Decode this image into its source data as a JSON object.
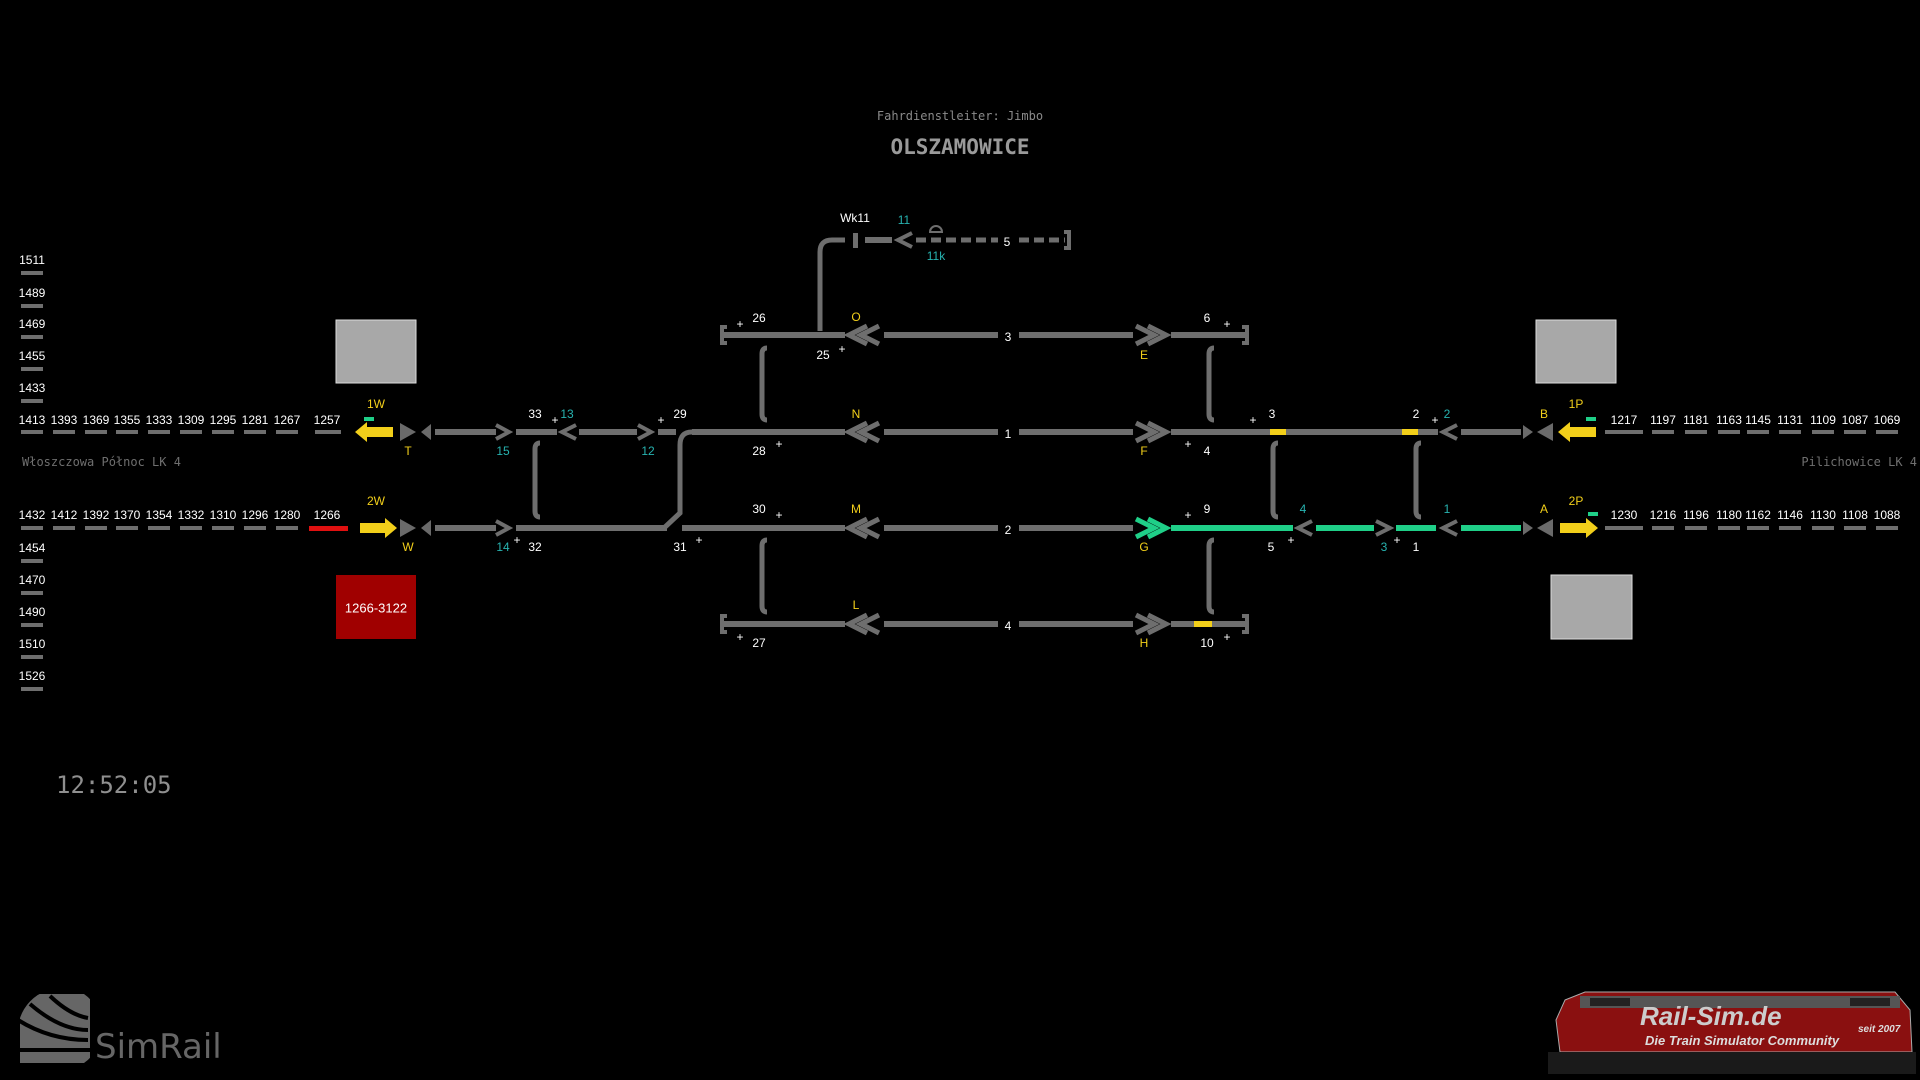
{
  "header": {
    "dispatcher": "Fahrdienstleiter: Jimbo",
    "station": "OLSZAMOWICE"
  },
  "clock": "12:52:05",
  "directions": {
    "left": "Włoszczowa Północ LK 4",
    "right": "Pilichowice LK 4"
  },
  "left_blocks": {
    "track1": [
      "1413",
      "1393",
      "1369",
      "1355",
      "1333",
      "1309",
      "1295",
      "1281",
      "1267",
      "1257"
    ],
    "track2": [
      "1432",
      "1412",
      "1392",
      "1370",
      "1354",
      "1332",
      "1310",
      "1296",
      "1280",
      "1266"
    ],
    "stack_up": [
      "1511",
      "1489",
      "1469",
      "1455",
      "1433"
    ],
    "stack_down": [
      "1454",
      "1470",
      "1490",
      "1510",
      "1526"
    ]
  },
  "right_blocks": {
    "track1": [
      "1217",
      "1197",
      "1181",
      "1163",
      "1145",
      "1131",
      "1109",
      "1087",
      "1069"
    ],
    "track2": [
      "1230",
      "1216",
      "1196",
      "1180",
      "1162",
      "1146",
      "1130",
      "1108",
      "1088"
    ]
  },
  "train_box": "1266-3122",
  "signals": {
    "1W": "1W",
    "2W": "2W",
    "T": "T",
    "W": "W",
    "O": "O",
    "N": "N",
    "M": "M",
    "L": "L",
    "E": "E",
    "F": "F",
    "G": "G",
    "H": "H",
    "B": "B",
    "A": "A",
    "1P": "1P",
    "2P": "2P",
    "Wk11": "Wk11"
  },
  "switch_labels": {
    "w33": "33",
    "w29": "29",
    "w32": "32",
    "w31": "31",
    "w26": "26",
    "w25": "25",
    "w28": "28",
    "w30": "30",
    "w27": "27",
    "w6": "6",
    "w4": "4",
    "w9": "9",
    "w10": "10",
    "w3": "3",
    "w2": "2",
    "w5": "5",
    "w1": "1"
  },
  "shunt_labels": {
    "c13": "13",
    "c15": "15",
    "c12": "12",
    "c14": "14",
    "c11": "11",
    "c11k": "11k",
    "c2": "2",
    "c4": "4",
    "c3": "3",
    "c1": "1"
  },
  "track_numbers": {
    "t1": "1",
    "t2": "2",
    "t3": "3",
    "t4": "4",
    "t5": "5"
  },
  "marks": {
    "plus": "+"
  },
  "logos": {
    "simrail": "SimRail",
    "railsim": "Rail-Sim.de",
    "railsim_tagline": "Die Train Simulator Community",
    "railsim_since": "seit 2007"
  },
  "colors": {
    "track": "#6e6e6e",
    "route": "#1fcf88",
    "occupied": "#e01010",
    "signal": "#f2cf1a",
    "shunt": "#27b3b0",
    "box": "#a8a8a8",
    "train_box": "#a00000"
  }
}
